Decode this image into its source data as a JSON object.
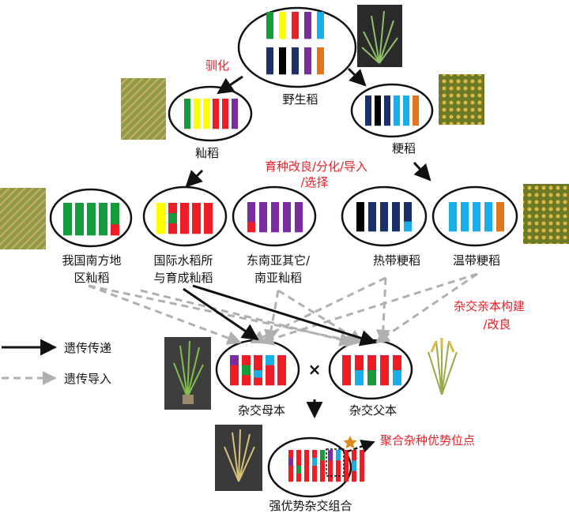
{
  "labels": {
    "wild": "野生稻",
    "indica": "籼稻",
    "japonica": "粳稻",
    "domestication": "驯化",
    "breeding_1": "育种改良/分化/导入",
    "breeding_2": "/选择",
    "south_china_1": "我国南方地",
    "south_china_2": "区籼稻",
    "irri_1": "国际水稻所",
    "irri_2": "与育成籼稻",
    "sea_1": "东南亚其它/",
    "sea_2": "南亚籼稻",
    "tropical": "热带粳稻",
    "temperate": "温带粳稻",
    "hybrid_build_1": "杂交亲本构建",
    "hybrid_build_2": "/改良",
    "mother": "杂交母本",
    "father": "杂交父本",
    "cross_symbol": "×",
    "heterosis": "聚合杂种优势位点",
    "strong_combo": "强优势杂交组合"
  },
  "legend": {
    "inheritance": "遗传传递",
    "introgression": "遗传导入"
  },
  "colors": {
    "green": "#159a3c",
    "yellow": "#ffff00",
    "red": "#ee1c24",
    "purple": "#7a2ca0",
    "navy": "#1b2f6b",
    "black": "#000000",
    "blue": "#1aaee8",
    "orange": "#e2761c",
    "annotation_red": "#e8202a",
    "dashed_gray": "#b0b0b0",
    "star": "#e08a1e"
  },
  "chromosome_sets": {
    "wild_top": [
      [
        "green"
      ],
      [
        "yellow"
      ],
      [
        "red"
      ],
      [
        "purple"
      ],
      [
        "blue"
      ]
    ],
    "wild_bottom": [
      [
        "navy"
      ],
      [
        "black"
      ],
      [
        "navy"
      ],
      [
        "purple"
      ],
      [
        "orange"
      ]
    ],
    "indica": [
      [
        "green"
      ],
      [
        "yellow"
      ],
      [
        "yellow"
      ],
      [
        "red"
      ],
      [
        "red"
      ],
      [
        "purple"
      ]
    ],
    "japonica": [
      [
        "navy"
      ],
      [
        "black"
      ],
      [
        "navy"
      ],
      [
        "blue"
      ],
      [
        "blue"
      ],
      [
        "orange"
      ]
    ],
    "south_china": [
      [
        "green"
      ],
      [
        "green"
      ],
      [
        "green"
      ],
      [
        "green"
      ],
      [
        "green",
        "green",
        "red"
      ]
    ],
    "irri": [
      [
        "yellow"
      ],
      [
        "red",
        "green",
        "red"
      ],
      [
        "red"
      ],
      [
        "red"
      ],
      [
        "red"
      ]
    ],
    "sea": [
      [
        "purple",
        "purple",
        "red"
      ],
      [
        "purple"
      ],
      [
        "purple"
      ],
      [
        "purple"
      ],
      [
        "purple"
      ]
    ],
    "tropical": [
      [
        "black"
      ],
      [
        "navy"
      ],
      [
        "navy"
      ],
      [
        "navy"
      ],
      [
        "navy",
        "navy",
        "blue"
      ]
    ],
    "temperate": [
      [
        "blue"
      ],
      [
        "blue"
      ],
      [
        "blue"
      ],
      [
        "blue"
      ],
      [
        "orange"
      ]
    ],
    "mother": [
      [
        "purple",
        "red",
        "red"
      ],
      [
        "red",
        "green",
        "red"
      ],
      [
        "red",
        "red",
        "blue",
        "red"
      ],
      [
        "blue",
        "red",
        "red"
      ],
      [
        "red"
      ]
    ],
    "father": [
      [
        "red"
      ],
      [
        "red",
        "blue"
      ],
      [
        "red",
        "green"
      ],
      [
        "red"
      ],
      [
        "red",
        "blue"
      ]
    ],
    "combo": [
      [
        "red",
        "purple",
        "red",
        "red"
      ],
      [
        "red",
        "red",
        "green",
        "red"
      ],
      [
        "red",
        "red"
      ],
      [
        "red",
        "blue",
        "red",
        "red"
      ],
      [
        "green",
        "red",
        "red"
      ],
      [
        "purple",
        "red",
        "red"
      ],
      [
        "blue",
        "red",
        "red"
      ],
      [
        "red",
        "red"
      ],
      [
        "red",
        "blue",
        "red"
      ],
      [
        "red",
        "red"
      ]
    ]
  }
}
